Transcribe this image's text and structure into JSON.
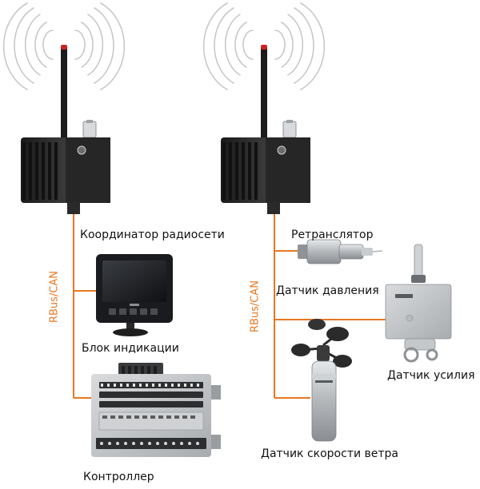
{
  "colors": {
    "bus_line": "#e87722",
    "device_dark": "#2a2a2a",
    "device_grey": "#b9bcbf",
    "text": "#111111"
  },
  "labels": {
    "coordinator": "Координатор радиосети",
    "repeater": "Ретранслятор",
    "display_unit": "Блок индикации",
    "controller": "Контроллер",
    "pressure_sensor": "Датчик давления",
    "force_sensor": "Датчик усилия",
    "wind_sensor": "Датчик скорости ветра"
  },
  "bus": {
    "left": "RBus/CAN",
    "right": "RBus/CAN"
  },
  "icons": [
    "radio-waves-icon",
    "antenna-icon",
    "radio-module-icon",
    "display-unit-icon",
    "controller-icon",
    "pressure-sensor-icon",
    "force-sensor-icon",
    "anemometer-icon"
  ]
}
